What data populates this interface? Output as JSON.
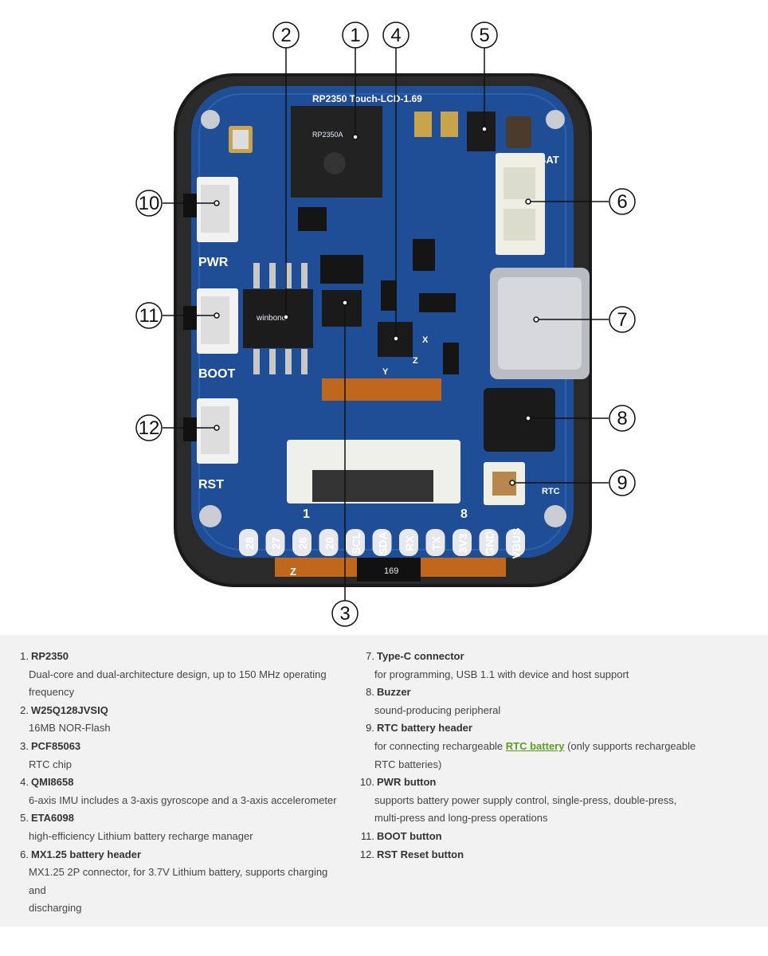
{
  "board": {
    "top_label": "RP2350 Touch-LCD-1.69",
    "button_labels": [
      "PWR",
      "BOOT",
      "RST"
    ],
    "bat_label": "BAT",
    "rtc_label": "RTC",
    "pins": [
      "28",
      "27",
      "26",
      "20",
      "SCL",
      "SDA",
      "RX",
      "TX",
      "3V3",
      "GND",
      "VBUS"
    ],
    "flex_label": "169",
    "ic_rp": "RP2350A",
    "ic_flash": "winbond",
    "pin_one": "1",
    "pin_eight": "8",
    "axis_x": "X",
    "axis_y": "Y",
    "axis_z": "Z",
    "z_mark": "Z"
  },
  "callouts": [
    "1",
    "2",
    "3",
    "4",
    "5",
    "6",
    "7",
    "8",
    "9",
    "10",
    "11",
    "12"
  ],
  "items_left": [
    {
      "num": "1.",
      "name": "RP2350",
      "lines": [
        "Dual-core and dual-architecture design, up to 150 MHz operating",
        "frequency"
      ]
    },
    {
      "num": "2.",
      "name": "W25Q128JVSIQ",
      "lines": [
        "16MB NOR-Flash"
      ]
    },
    {
      "num": "3.",
      "name": "PCF85063",
      "lines": [
        "RTC chip"
      ]
    },
    {
      "num": "4.",
      "name": "QMI8658",
      "lines": [
        "6-axis IMU includes a 3-axis gyroscope and a 3-axis accelerometer"
      ]
    },
    {
      "num": "5.",
      "name": "ETA6098",
      "lines": [
        "high-efficiency Lithium battery recharge manager"
      ]
    },
    {
      "num": "6.",
      "name": "MX1.25 battery header",
      "lines": [
        "MX1.25 2P connector, for 3.7V Lithium battery, supports charging and",
        "discharging"
      ]
    }
  ],
  "items_right": [
    {
      "num": "7.",
      "name": "Type-C connector",
      "lines": [
        "for programming, USB 1.1 with device and host support"
      ]
    },
    {
      "num": "8.",
      "name": "Buzzer",
      "lines": [
        "sound-producing peripheral"
      ]
    },
    {
      "num": "9.",
      "name": "RTC battery header",
      "line1_pre": "for connecting rechargeable ",
      "line1_link": "RTC battery",
      "line1_post": " (only supports rechargeable",
      "line2": "RTC batteries)"
    },
    {
      "num": "10.",
      "name": "PWR button",
      "lines": [
        "supports battery power supply control, single-press, double-press,",
        "multi-press and long-press operations"
      ]
    },
    {
      "num": "11.",
      "name": "BOOT button",
      "lines": []
    },
    {
      "num": "12.",
      "name": "RST Reset button",
      "lines": []
    }
  ],
  "colors": {
    "pcb": "#1f4e96",
    "bezel": "#1a1a1a",
    "link": "#5aa01e",
    "panel": "#f2f2f2"
  }
}
